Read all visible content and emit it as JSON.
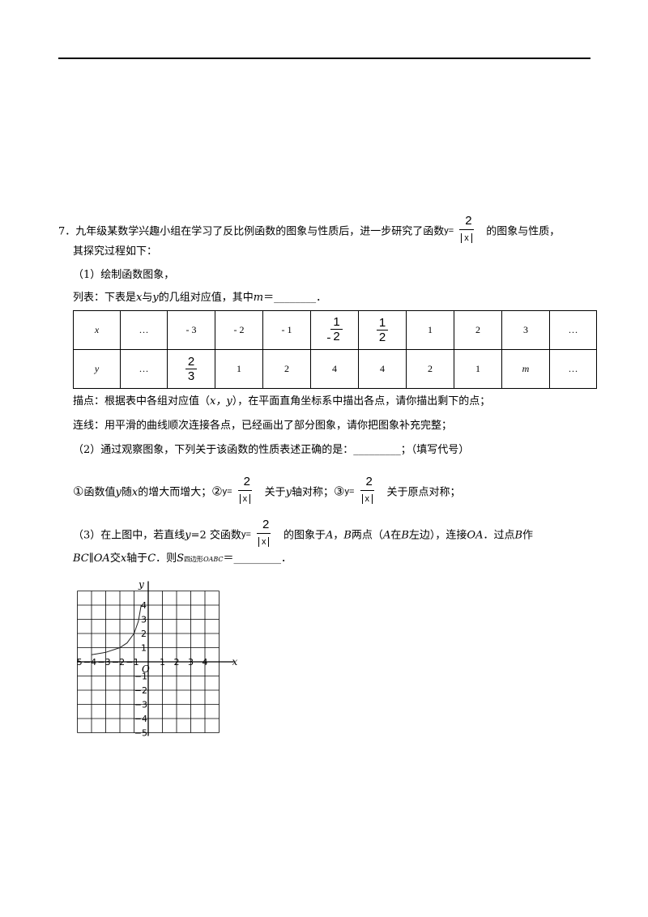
{
  "question": {
    "number": "7．",
    "intro_a": "九年级某数学兴趣小组在学习了反比例函数的图象与性质后，进一步研究了函数",
    "intro_b": "的图象与性质，",
    "intro_c": "其探究过程如下：",
    "function": {
      "y": "y=",
      "num": "2",
      "den": "x"
    }
  },
  "part1": {
    "heading": "（1）绘制函数图象，",
    "list_a": "列表：下表是",
    "list_x": "x",
    "list_b": "与",
    "list_y": "y",
    "list_c": "的几组对应值，其中",
    "list_m": "m",
    "list_d": "＝________．",
    "describe_a": "描点：根据表中各组对应值（",
    "describe_xy": "x，y",
    "describe_b": "），在平面直角坐标系中描出各点，请你描出剩下的点；",
    "connect": "连线：用平滑的曲线顺次连接各点，已经画出了部分图象，请你把图象补充完整；"
  },
  "table": {
    "x_label": "x",
    "y_label": "y",
    "ellipsis": "…",
    "x_values": [
      "- 3",
      "- 2",
      "- 1",
      {
        "num": "1",
        "den": "2",
        "sign": "-"
      },
      {
        "num": "1",
        "den": "2"
      },
      "1",
      "2",
      "3"
    ],
    "y_values": [
      {
        "num": "2",
        "den": "3"
      },
      "1",
      "2",
      "4",
      "4",
      "2",
      "1",
      "m"
    ]
  },
  "part2": {
    "heading": "（2）通过观察图象，下列关于该函数的性质表述正确的是：_________；（填写代号）",
    "opt1_mark": "①",
    "opt1_a": "函数值",
    "opt1_y": "y",
    "opt1_b": "随",
    "opt1_x": "x",
    "opt1_c": "的增大而增大；",
    "opt2_mark": "②",
    "opt2_text": "关于",
    "opt2_y": "y",
    "opt2_end": "轴对称；",
    "opt3_mark": "③",
    "opt3_text": "关于原点对称；"
  },
  "part3": {
    "a": "（3）在上图中，若直线",
    "line_eq": "y",
    "b": "=2 交函数",
    "c": "的图象于",
    "A": "A",
    "comma": "，",
    "B": "B",
    "d": "两点（",
    "A2": "A",
    "e": "在",
    "B2": "B",
    "f": "左边），连接",
    "OA": "OA",
    "g": "．过点",
    "B3": "B",
    "h": "作",
    "BC": "BC",
    "i": "∥",
    "OA2": "OA",
    "j": "交",
    "x": "x",
    "k": "轴于",
    "C": "C",
    "l": "．则",
    "S": "S",
    "sub": "四边形",
    "sub_i": "OABC",
    "m": "＝_________．"
  },
  "graph": {
    "y_axis_label": "y",
    "x_axis_label": "x",
    "origin_label": "O",
    "x_ticks": [
      "−5",
      "−4",
      "−3",
      "−2",
      "−1",
      "1",
      "2",
      "3",
      "4"
    ],
    "y_ticks_pos": [
      "1",
      "2",
      "3",
      "4"
    ],
    "y_ticks_neg": [
      "−1",
      "−2",
      "−3",
      "−4",
      "−5"
    ],
    "curve_color": "#222222",
    "chart_data": {
      "type": "line",
      "x": [
        -4,
        -3,
        -2,
        -1.5,
        -1,
        -0.7,
        -0.5
      ],
      "y": [
        0.5,
        0.667,
        1,
        1.333,
        2,
        2.857,
        4
      ],
      "xlim": [
        -5,
        5
      ],
      "ylim": [
        -5,
        5
      ]
    }
  }
}
